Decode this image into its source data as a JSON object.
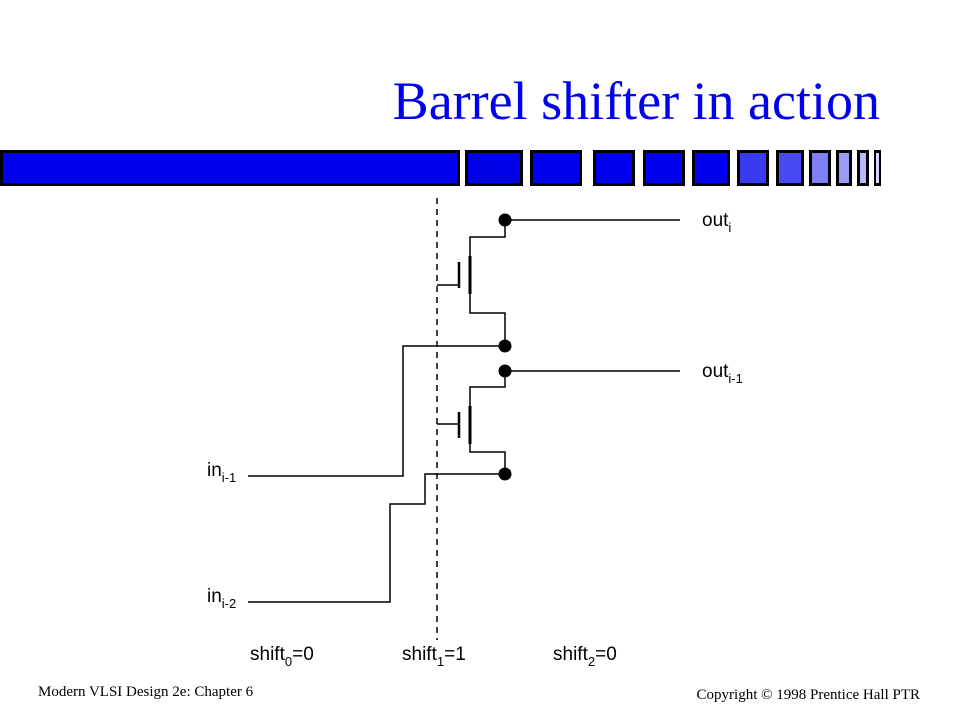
{
  "slide": {
    "title": "Barrel shifter in action",
    "accent_color": "#0000ee"
  },
  "diagram": {
    "outputs": [
      {
        "base": "out",
        "sub": "i"
      },
      {
        "base": "out",
        "sub": "i-1"
      }
    ],
    "inputs": [
      {
        "base": "in",
        "sub": "i-1"
      },
      {
        "base": "in",
        "sub": "i-2"
      }
    ],
    "shifts": [
      {
        "base": "shift",
        "sub": "0",
        "value": "=0"
      },
      {
        "base": "shift",
        "sub": "1",
        "value": "=1"
      },
      {
        "base": "shift",
        "sub": "2",
        "value": "=0"
      }
    ]
  },
  "footer": {
    "left": "Modern VLSI Design 2e: Chapter 6",
    "right": "Copyright © 1998 Prentice Hall PTR"
  }
}
